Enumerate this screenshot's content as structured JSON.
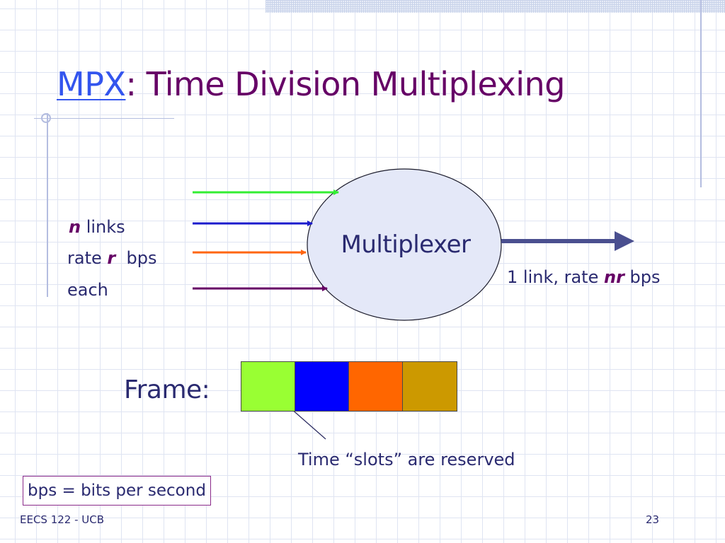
{
  "title": {
    "link_text": "MPX",
    "rest": ": Time Division Multiplexing"
  },
  "inputs": {
    "line1_italic": "n",
    "line1_text": " links",
    "line2_pre": "rate ",
    "line2_italic": "r",
    "line2_post": "  bps",
    "line3": "each",
    "colors": [
      "#33ee33",
      "#1a1acc",
      "#ff6611",
      "#660066"
    ]
  },
  "multiplexer": {
    "label": "Multiplexer",
    "fill": "#e4e8f8"
  },
  "output": {
    "pre": "1 link, rate ",
    "italic": "nr",
    "post": " bps",
    "arrow_color": "#4a4f8f"
  },
  "frame": {
    "label": "Frame:",
    "slot_colors": [
      "#99ff33",
      "#0000ff",
      "#ff6600",
      "#cc9900"
    ],
    "caption": "Time “slots” are reserved"
  },
  "note": "bps = bits per second",
  "footer": {
    "course": "EECS 122 - UCB",
    "page": "23"
  }
}
